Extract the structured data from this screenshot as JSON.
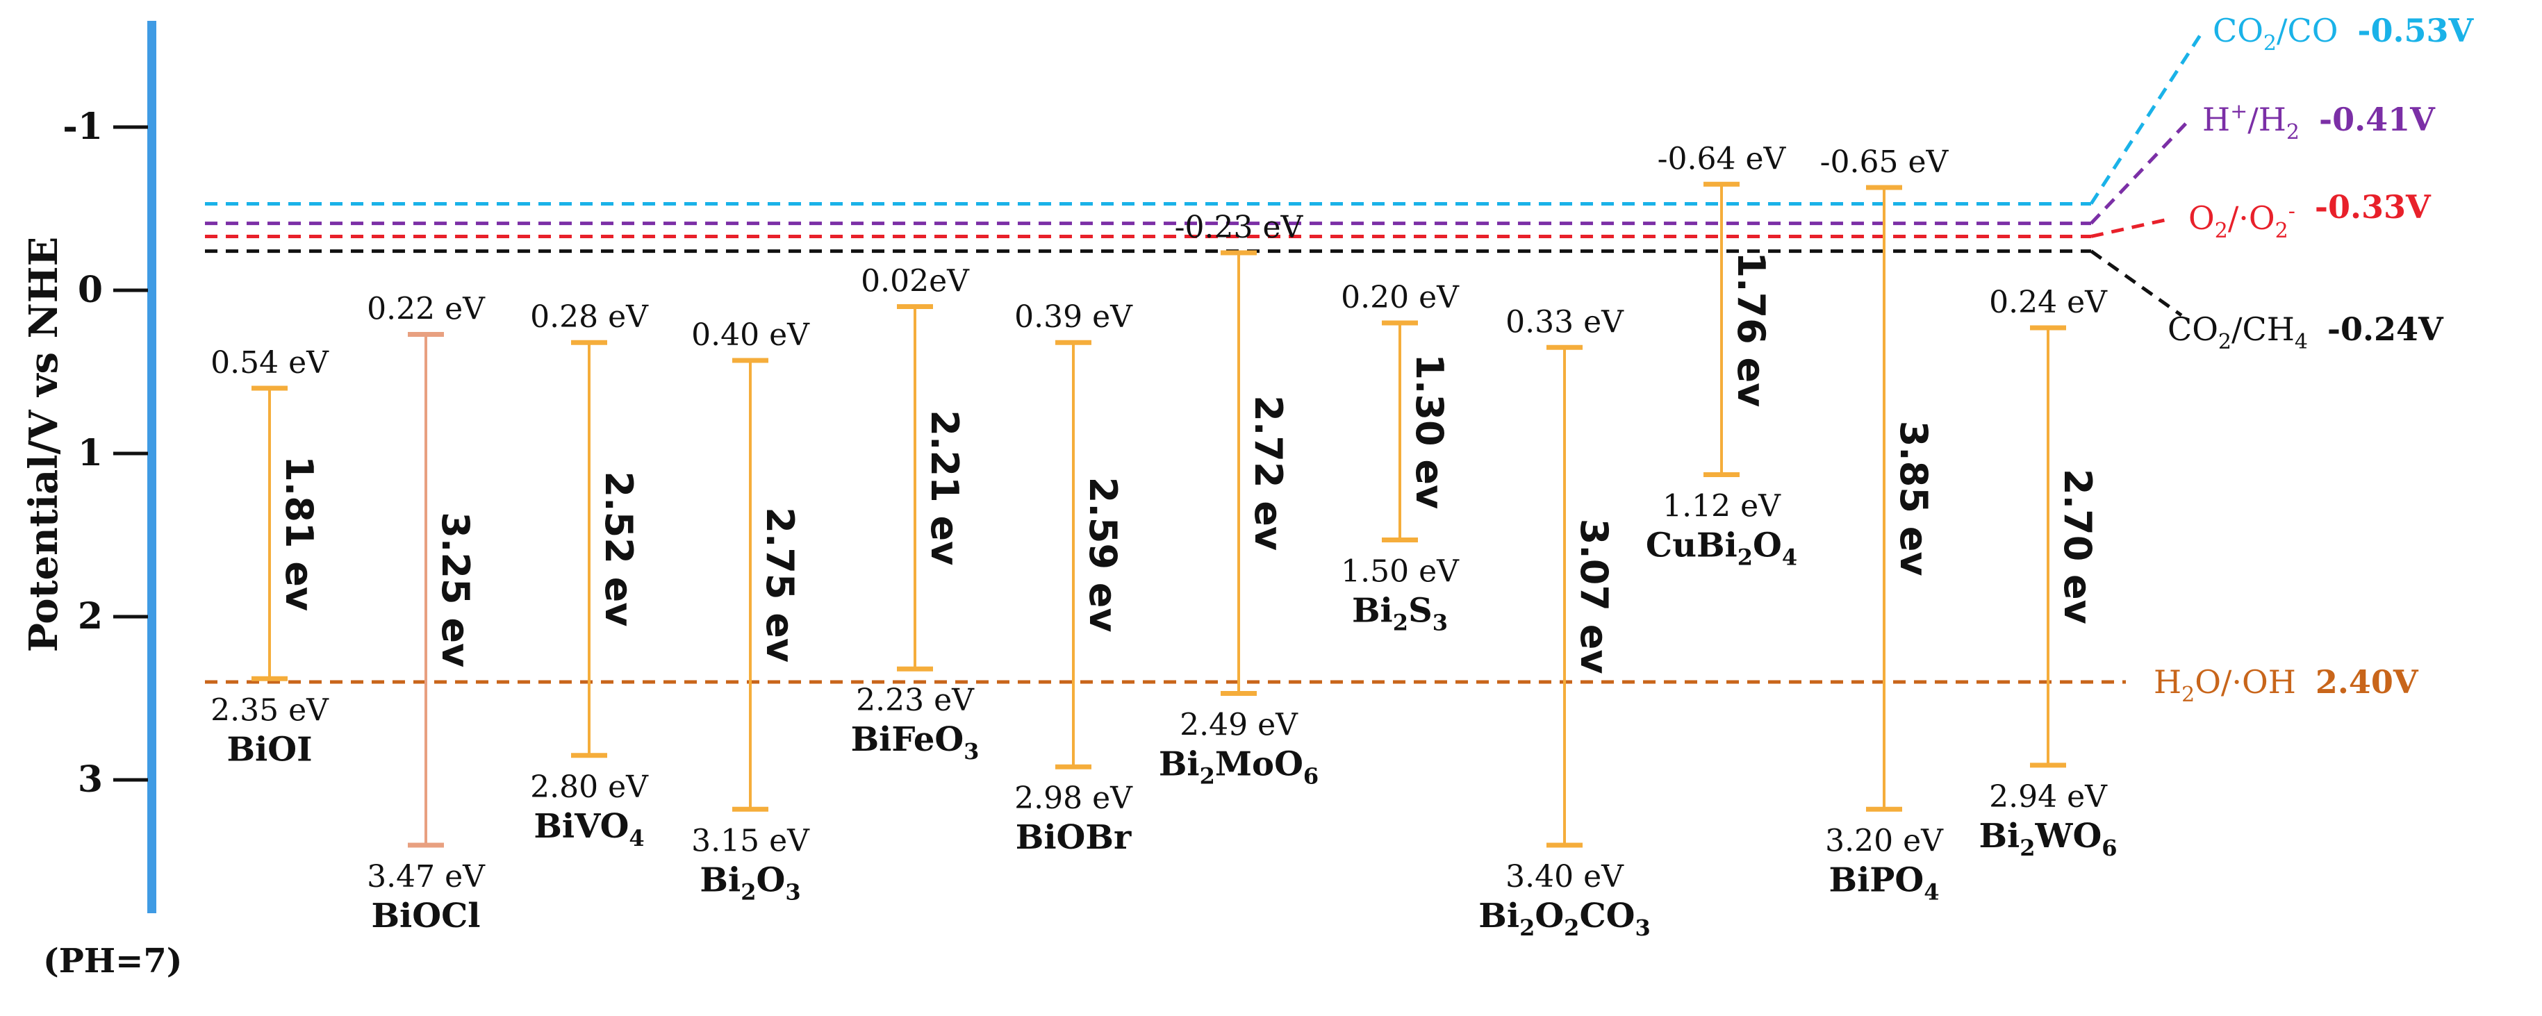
{
  "chart_data": {
    "type": "band_diagram",
    "ylabel": "Potential/V vs NHE",
    "note": "(PH=7)",
    "ylim": [
      -1.5,
      3.85
    ],
    "y_inverted": true,
    "yticks": [
      -1,
      0,
      1,
      2,
      3
    ],
    "ytick_labels": [
      "-1",
      "0",
      "1",
      "2",
      "3"
    ],
    "materials": [
      {
        "name": "BiOI",
        "sub": "",
        "vb_label": "2.35 eV",
        "cb_label": "0.54 eV",
        "gap_label": "1.81 ev",
        "top": 0.6,
        "bottom": 2.38,
        "color": "#f5ad3b"
      },
      {
        "name": "BiOCl",
        "sub": "",
        "vb_label": "3.47 eV",
        "cb_label": "0.22 eV",
        "gap_label": "3.25 ev",
        "top": 0.27,
        "bottom": 3.4,
        "color": "#e8a080"
      },
      {
        "name": "BiVO4",
        "sub": "",
        "vb_label": "2.80 eV",
        "cb_label": "0.28 eV",
        "gap_label": "2.52 ev",
        "top": 0.32,
        "bottom": 2.85,
        "color": "#f5ad3b"
      },
      {
        "name": "Bi2O3",
        "sub": "",
        "vb_label": "3.15 eV",
        "cb_label": "0.40 eV",
        "gap_label": "2.75 ev",
        "top": 0.43,
        "bottom": 3.18,
        "color": "#f5ad3b"
      },
      {
        "name": "BiFeO3",
        "sub": "",
        "vb_label": "2.23 eV",
        "cb_label": "0.02eV",
        "gap_label": "2.21 ev",
        "top": 0.1,
        "bottom": 2.32,
        "color": "#f5ad3b"
      },
      {
        "name": "BiOBr",
        "sub": "",
        "vb_label": "2.98 eV",
        "cb_label": "0.39 eV",
        "gap_label": "2.59 ev",
        "top": 0.32,
        "bottom": 2.92,
        "color": "#f5ad3b"
      },
      {
        "name": "Bi2MoO6",
        "sub": "",
        "vb_label": "2.49 eV",
        "cb_label": "-0.23 eV",
        "gap_label": "2.72 ev",
        "top": -0.23,
        "bottom": 2.47,
        "color": "#f5ad3b"
      },
      {
        "name": "Bi2S3",
        "sub": "",
        "vb_label": "1.50 eV",
        "cb_label": "0.20 eV",
        "gap_label": "1.30 ev",
        "top": 0.2,
        "bottom": 1.53,
        "color": "#f5ad3b"
      },
      {
        "name": "Bi2O2CO3",
        "sub": "",
        "vb_label": "3.40 eV",
        "cb_label": "0.33 eV",
        "gap_label": "3.07 ev",
        "top": 0.35,
        "bottom": 3.4,
        "color": "#f5ad3b"
      },
      {
        "name": "CuBi2O4",
        "sub": "",
        "vb_label": "1.12 eV",
        "cb_label": "-0.64 eV",
        "gap_label": "1.76 ev",
        "top": -0.65,
        "bottom": 1.13,
        "color": "#f5ad3b"
      },
      {
        "name": "BiPO4",
        "sub": "",
        "vb_label": "3.20 eV",
        "cb_label": "-0.65 eV",
        "gap_label": "3.85 ev",
        "top": -0.63,
        "bottom": 3.18,
        "color": "#f5ad3b"
      },
      {
        "name": "Bi2WO6",
        "sub": "",
        "vb_label": "2.94 eV",
        "cb_label": "0.24 eV",
        "gap_label": "2.70 ev",
        "top": 0.23,
        "bottom": 2.91,
        "color": "#f5ad3b"
      }
    ],
    "reference_lines": [
      {
        "value": -0.53,
        "color": "#1ab2e8",
        "label_main": "CO",
        "label_sub1": "2",
        "label_rest": "/CO",
        "label_value": "-0.53V"
      },
      {
        "value": -0.41,
        "color": "#7b2fa6",
        "label_main": "H",
        "label_sup": "+",
        "label_rest": "/H",
        "label_sub2": "2",
        "label_value": "-0.41V"
      },
      {
        "value": -0.33,
        "color": "#e8202a",
        "label_main": "O",
        "label_sub1": "2",
        "label_rest": "/·O",
        "label_sub2": "2",
        "label_sup2": "-",
        "label_value": "-0.33V"
      },
      {
        "value": -0.24,
        "color": "#111111",
        "label_main": "CO",
        "label_sub1": "2",
        "label_rest": "/CH",
        "label_sub2": "4",
        "label_value": "-0.24V"
      },
      {
        "value": 2.4,
        "color": "#c8651a",
        "label_main": "H",
        "label_sub1": "2",
        "label_rest": "O/·OH",
        "label_value": "2.40V"
      }
    ]
  }
}
